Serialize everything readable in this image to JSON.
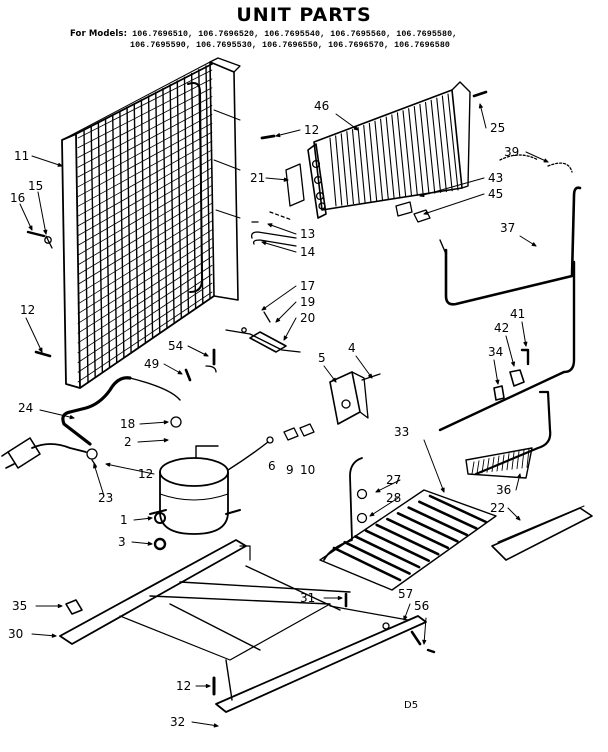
{
  "title": "UNIT PARTS",
  "models": {
    "lead": "For Models:",
    "line1": "106.7696510, 106.7696520, 106.7695540, 106.7695560, 106.7695580,",
    "line2": "106.7695590, 106.7695530, 106.7696550, 106.7696570, 106.7696580"
  },
  "diagram_code": "D5",
  "callouts": [
    {
      "id": "c11",
      "text": "11"
    },
    {
      "id": "c15",
      "text": "15"
    },
    {
      "id": "c16",
      "text": "16"
    },
    {
      "id": "c12a",
      "text": "12"
    },
    {
      "id": "c12b",
      "text": "12"
    },
    {
      "id": "c13",
      "text": "13"
    },
    {
      "id": "c14",
      "text": "14"
    },
    {
      "id": "c46",
      "text": "46"
    },
    {
      "id": "c25",
      "text": "25"
    },
    {
      "id": "c21",
      "text": "21"
    },
    {
      "id": "c39",
      "text": "39"
    },
    {
      "id": "c43",
      "text": "43"
    },
    {
      "id": "c45",
      "text": "45"
    },
    {
      "id": "c37",
      "text": "37"
    },
    {
      "id": "c17",
      "text": "17"
    },
    {
      "id": "c19",
      "text": "19"
    },
    {
      "id": "c20",
      "text": "20"
    },
    {
      "id": "c54",
      "text": "54"
    },
    {
      "id": "c49",
      "text": "49"
    },
    {
      "id": "c5",
      "text": "5"
    },
    {
      "id": "c4",
      "text": "4"
    },
    {
      "id": "c41",
      "text": "41"
    },
    {
      "id": "c42",
      "text": "42"
    },
    {
      "id": "c34",
      "text": "34"
    },
    {
      "id": "c24",
      "text": "24"
    },
    {
      "id": "c18",
      "text": "18"
    },
    {
      "id": "c2",
      "text": "2"
    },
    {
      "id": "c6",
      "text": "6"
    },
    {
      "id": "c9",
      "text": "9"
    },
    {
      "id": "c10",
      "text": "10"
    },
    {
      "id": "c33",
      "text": "33"
    },
    {
      "id": "c12c",
      "text": "12"
    },
    {
      "id": "c23",
      "text": "23"
    },
    {
      "id": "c27",
      "text": "27"
    },
    {
      "id": "c28",
      "text": "28"
    },
    {
      "id": "c36",
      "text": "36"
    },
    {
      "id": "c22",
      "text": "22"
    },
    {
      "id": "c1",
      "text": "1"
    },
    {
      "id": "c3",
      "text": "3"
    },
    {
      "id": "c35",
      "text": "35"
    },
    {
      "id": "c30",
      "text": "30"
    },
    {
      "id": "c31",
      "text": "31"
    },
    {
      "id": "c57",
      "text": "57"
    },
    {
      "id": "c56",
      "text": "56"
    },
    {
      "id": "c12d",
      "text": "12"
    },
    {
      "id": "c32",
      "text": "32"
    }
  ]
}
